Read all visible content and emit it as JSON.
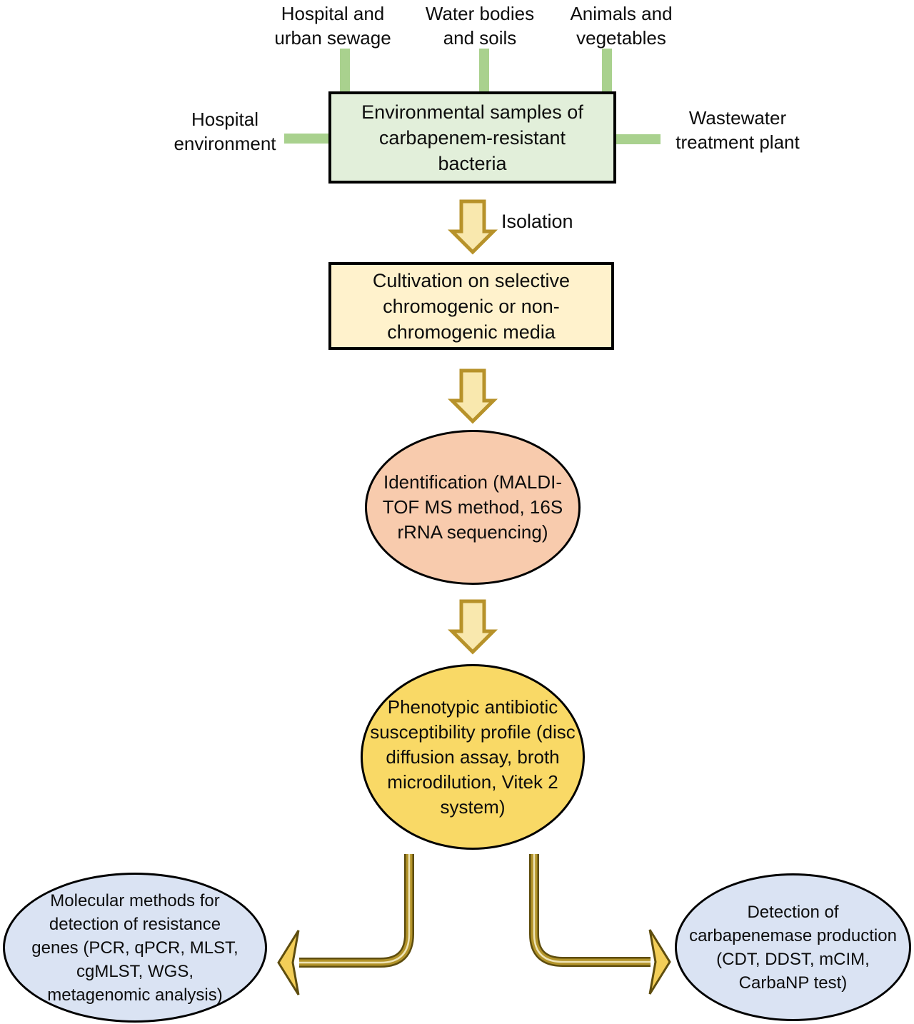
{
  "figure": {
    "sources_top": [
      {
        "label": "Hospital and\nurban sewage"
      },
      {
        "label": "Water bodies\nand soils"
      },
      {
        "label": "Animals and\nvegetables"
      }
    ],
    "sources_side": [
      {
        "label": "Hospital\nenvironment"
      },
      {
        "label": "Wastewater\ntreatment plant"
      }
    ],
    "flow_label": "Isolation",
    "steps": {
      "environmental_samples": {
        "shape": "rect",
        "label": "Environmental samples of\ncarbapenem-resistant\nbacteria",
        "fill": "#E2EFDA"
      },
      "cultivation": {
        "shape": "rect",
        "label": "Cultivation on selective\nchromogenic or non-\nchromogenic media",
        "fill": "#FFF2CC"
      },
      "identification": {
        "shape": "ellipse",
        "label": "Identification (MALDI-\nTOF MS method, 16S\nrRNA sequencing)",
        "fill": "#F8CBAD"
      },
      "phenotypic_profile": {
        "shape": "ellipse",
        "label": "Phenotypic antibiotic\nsusceptibility profile (disc\ndiffusion assay, broth\nmicrodilution, Vitek 2\nsystem)",
        "fill": "#F9D966"
      },
      "molecular_methods": {
        "shape": "ellipse",
        "label": "Molecular methods for\ndetection of resistance\ngenes (PCR, qPCR, MLST,\ncgMLST, WGS,\nmetagenomic analysis)",
        "fill": "#DAE3F3"
      },
      "carbapenemase_detection": {
        "shape": "ellipse",
        "label": "Detection of\ncarbapenemase production\n(CDT, DDST, mCIM,\nCarbaNP test)",
        "fill": "#DAE3F3"
      }
    }
  },
  "colors": {
    "background": "#FFFFFF",
    "text": "#0D0D0D",
    "shape_outline": "#000000",
    "connector_green": "#A9D18E",
    "block_arrow_fill": "#F9E8AE",
    "block_arrow_stroke": "#B7922A",
    "elbow_dark": "#5E4D0E",
    "elbow_body": "#B3942A",
    "elbow_highlight": "#EEE3B5",
    "elbow_head_fill": "#F3CE58"
  }
}
